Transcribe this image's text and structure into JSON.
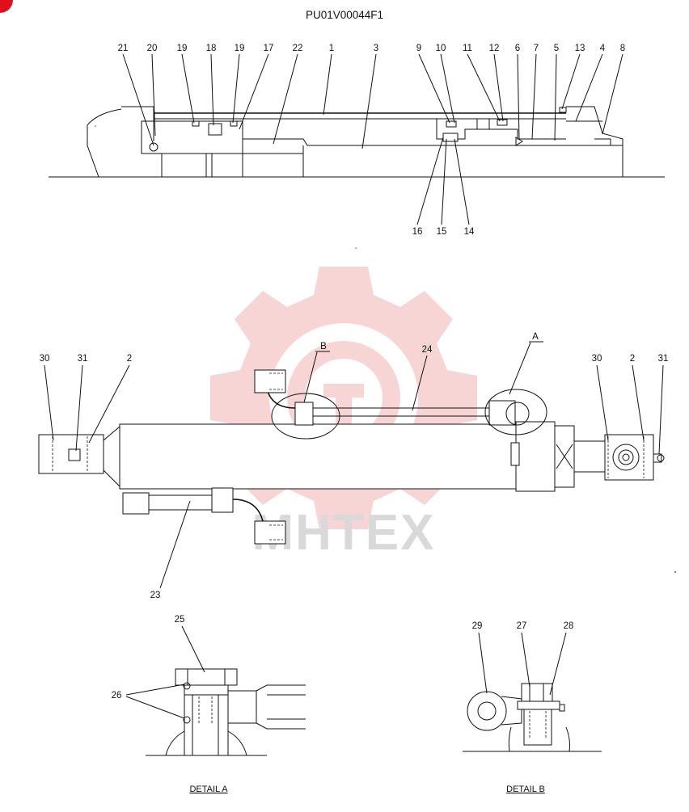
{
  "drawing_id": "PU01V00044F1",
  "watermark": "MHTEX",
  "section_view": {
    "top_callouts": [
      "21",
      "20",
      "19",
      "18",
      "19",
      "17",
      "22",
      "1",
      "3",
      "9",
      "10",
      "11",
      "12",
      "6",
      "7",
      "5",
      "13",
      "4",
      "8"
    ],
    "bottom_callouts": [
      "16",
      "15",
      "14"
    ]
  },
  "assembly_view": {
    "left_callouts": [
      "30",
      "31",
      "2"
    ],
    "right_callouts": [
      "30",
      "2",
      "31"
    ],
    "detail_markers": [
      "B",
      "A"
    ],
    "hose_callouts": [
      "24",
      "23"
    ]
  },
  "detail_a": {
    "title": "DETAIL A",
    "callouts": [
      "25",
      "26"
    ]
  },
  "detail_b": {
    "title": "DETAIL B",
    "callouts": [
      "29",
      "27",
      "28"
    ]
  },
  "colors": {
    "line": "#111111",
    "watermark_red": "#f3b3b3",
    "watermark_grey": "#d9d9d9",
    "corner_badge": "#e0101a"
  }
}
